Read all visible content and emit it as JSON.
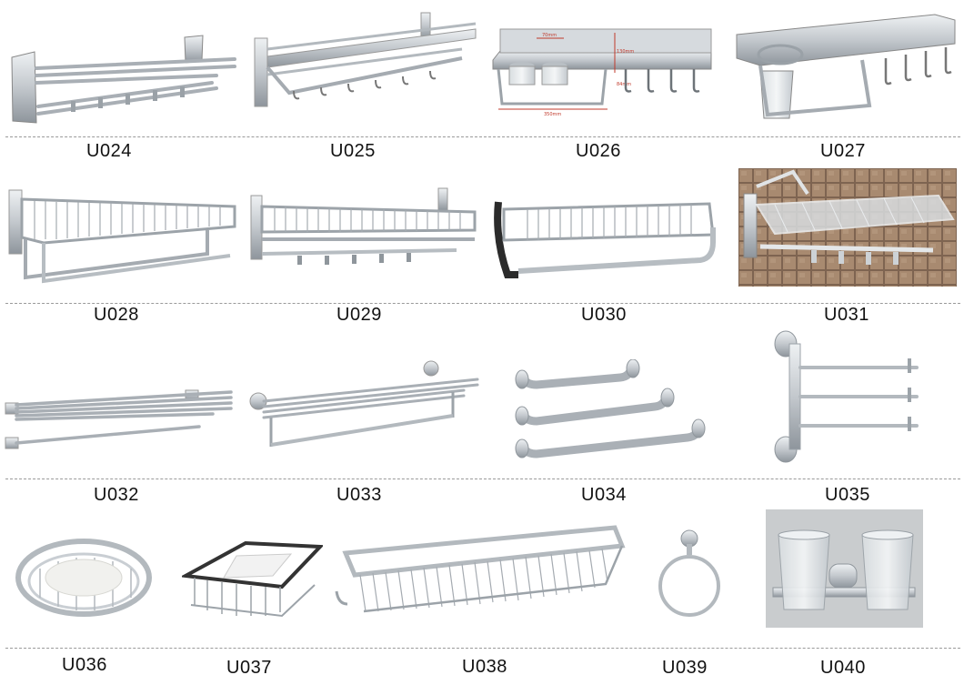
{
  "products": [
    {
      "code": "U024"
    },
    {
      "code": "U025"
    },
    {
      "code": "U026"
    },
    {
      "code": "U027"
    },
    {
      "code": "U028"
    },
    {
      "code": "U029"
    },
    {
      "code": "U030"
    },
    {
      "code": "U031"
    },
    {
      "code": "U032"
    },
    {
      "code": "U033"
    },
    {
      "code": "U034"
    },
    {
      "code": "U035"
    },
    {
      "code": "U036"
    },
    {
      "code": "U037"
    },
    {
      "code": "U038"
    },
    {
      "code": "U039"
    },
    {
      "code": "U040"
    }
  ],
  "u026_dimensions": [
    "70mm",
    "130mm",
    "84mm",
    "350mm"
  ],
  "soap_brand_text": "",
  "colors": {
    "metal": "#c9ced3",
    "metal_dark": "#8d949b",
    "tile": "#9a7d63",
    "label": "#111111"
  }
}
